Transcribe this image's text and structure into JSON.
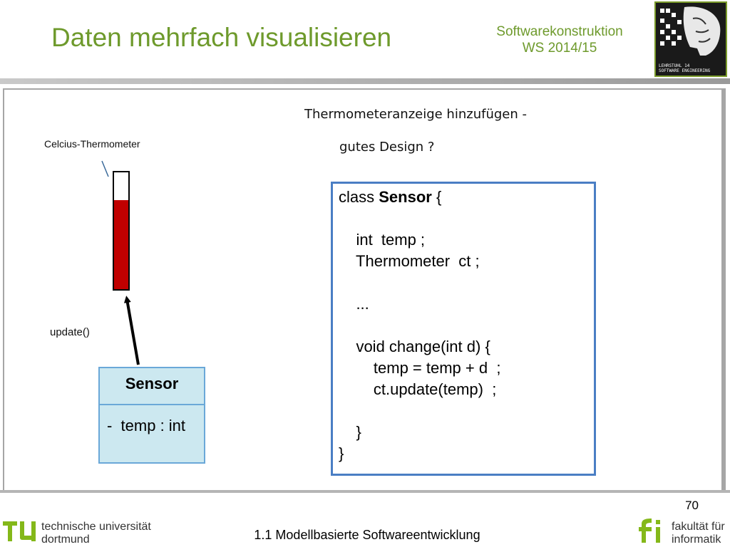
{
  "header": {
    "title": "Daten mehrfach visualisieren",
    "course_line1": "Softwarekonstruktion",
    "course_line2": "WS 2014/15",
    "logo_text": "LEHRSTUHL 14\nSOFTWARE ENGINEERING"
  },
  "slide": {
    "question_line1": "Thermometeranzeige hinzufügen -",
    "question_line2": "gutes Design ?",
    "thermometer_label": "Celcius-Thermometer",
    "thermometer_fill_fraction": 0.76,
    "update_label": "update()",
    "uml_class_name": "Sensor",
    "uml_attribute": "-  temp : int",
    "code_lines": [
      "class Sensor {",
      "",
      "    int  temp ;",
      "    Thermometer  ct ;",
      "",
      "    ...",
      "",
      "    void change(int d) {",
      "        temp = temp + d  ;",
      "        ct.update(temp)  ;",
      "",
      "    }",
      "}"
    ]
  },
  "footer": {
    "page_number": "70",
    "course_title": "1.1 Modellbasierte Softwareentwicklung",
    "university_line1": "technische universität",
    "university_line2": "dortmund",
    "faculty_line1": "fakultät für",
    "faculty_line2": "informatik"
  },
  "colors": {
    "title_green": "#6e9a2c",
    "thermometer_red": "#c00000",
    "code_box_blue": "#4a7ec4",
    "uml_fill": "#cce8f0",
    "tu_green": "#84b819"
  }
}
